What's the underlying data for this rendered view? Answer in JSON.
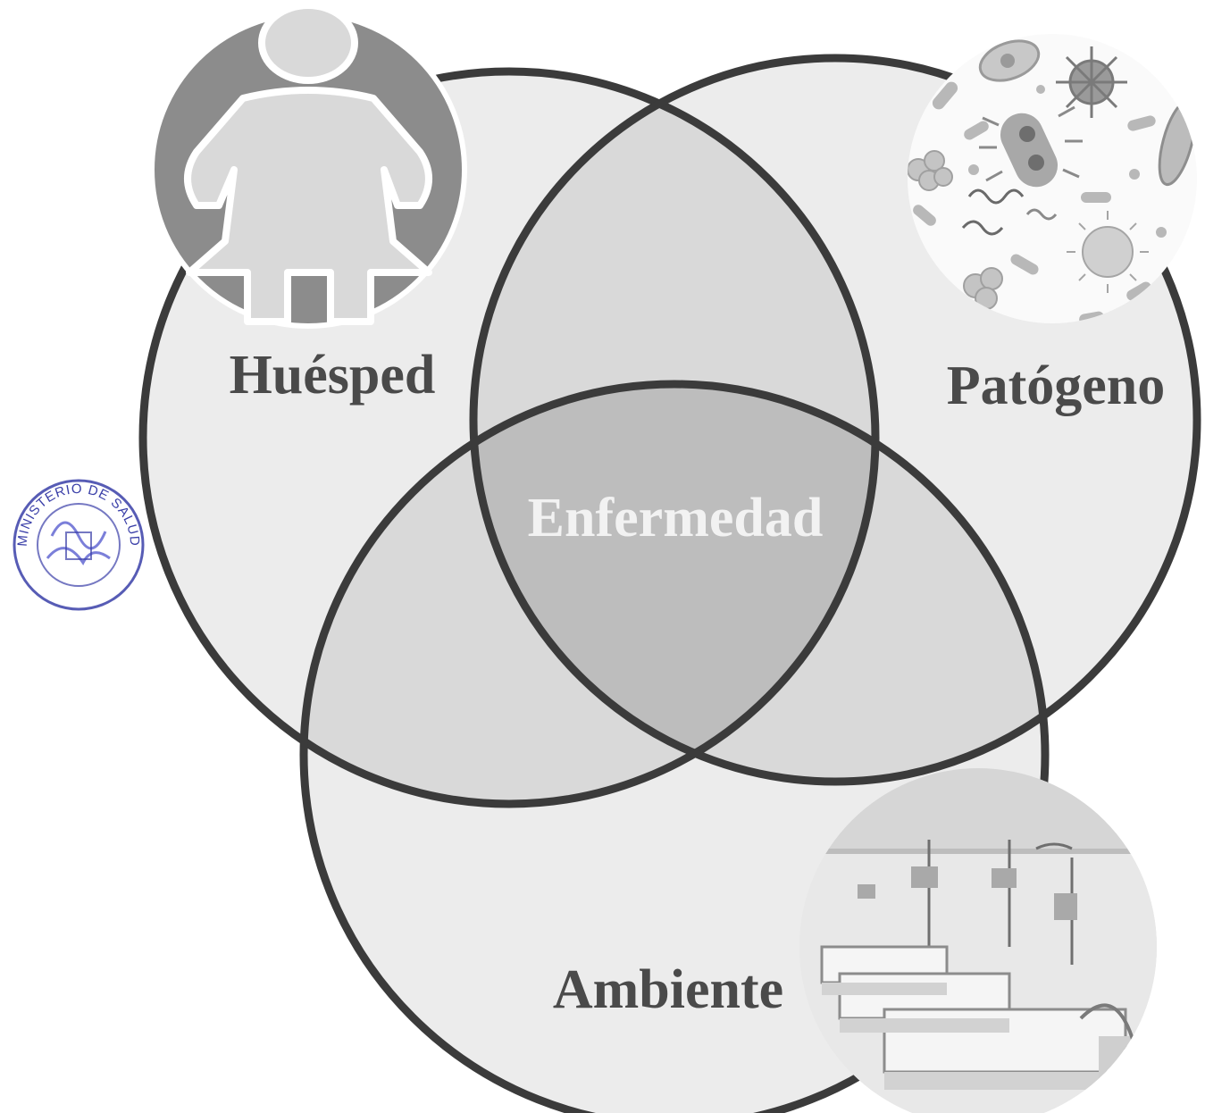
{
  "diagram": {
    "type": "venn-3",
    "circles": [
      {
        "id": "host",
        "label": "Huésped"
      },
      {
        "id": "pathogen",
        "label": "Patógeno"
      },
      {
        "id": "environment",
        "label": "Ambiente"
      }
    ],
    "intersection_label": "Enfermedad"
  },
  "icons": {
    "host": "person-icon",
    "pathogen": "microbes-icon",
    "environment": "hospital-ward-photo"
  },
  "stamp": {
    "text": "MINISTERIO DE SALUD"
  },
  "colors": {
    "circle_stroke": "#3b3b3b",
    "circle_fill": "#ececec",
    "pair_overlap_fill": "#d9d9d9",
    "center_overlap_fill": "#bdbdbd",
    "label_text": "#4a4a4a",
    "center_text": "#f2f2f2",
    "host_badge": "#8c8c8c",
    "stamp_ink": "#3a3fa8"
  }
}
